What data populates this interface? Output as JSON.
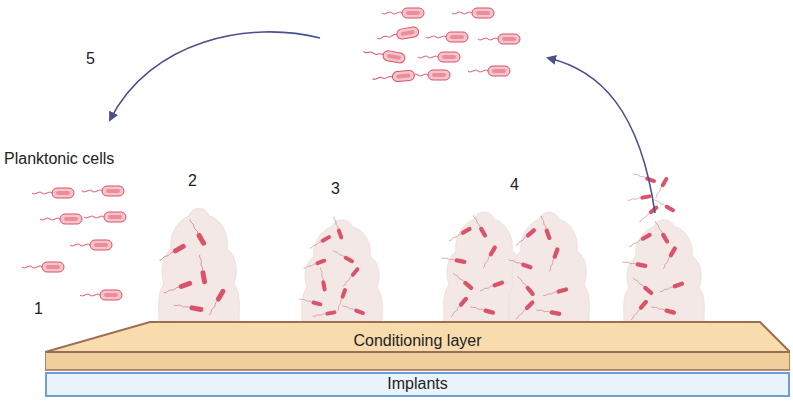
{
  "diagram": {
    "nodes": [
      {
        "text": [
          "Conditioning layer"
        ]
      },
      {
        "text": [
          "Implants"
        ]
      }
    ],
    "labels": [
      "5",
      "Planktonic cells",
      "2",
      "3",
      "4",
      "1"
    ]
  }
}
